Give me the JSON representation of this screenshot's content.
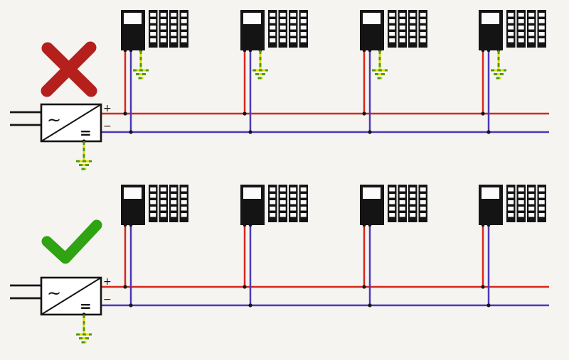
{
  "diagram": {
    "kind": "plc-power-grounding-comparison",
    "rows": 2,
    "plc_per_row": 4
  },
  "colors": {
    "background": "#f6f4f1",
    "positive_wire": "#d8271c",
    "negative_wire": "#4a39b8",
    "ground_yellow": "#e4de00",
    "ground_green": "#4f9a07",
    "device_black": "#141414",
    "wrong_mark": "#b5201d",
    "correct_mark": "#2fa312"
  },
  "marks": {
    "wrong_icon": "x-mark",
    "correct_icon": "check-mark"
  },
  "supply_top": {
    "ac_label": "~",
    "dc_label": "=",
    "plus_label": "+",
    "minus_label": "−"
  },
  "supply_bottom": {
    "ac_label": "~",
    "dc_label": "=",
    "plus_label": "+",
    "minus_label": "−"
  }
}
